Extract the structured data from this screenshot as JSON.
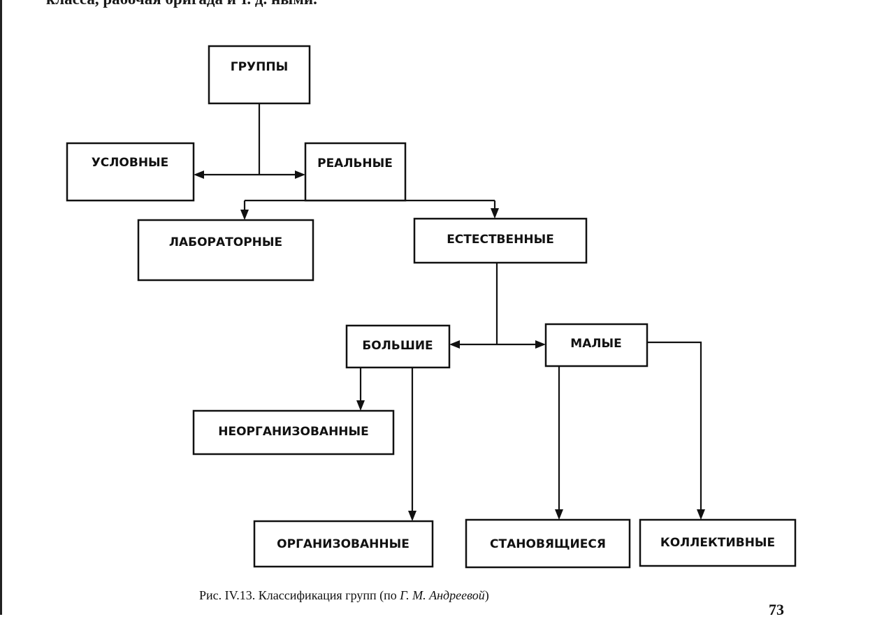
{
  "header_fragment": "класса, рабочая бригада и т. д.        ными.",
  "nodes": {
    "groups": "ГРУППЫ",
    "nominal": "УСЛОВНЫЕ",
    "real": "РЕАЛЬНЫЕ",
    "laboratory": "ЛАБОРАТОРНЫЕ",
    "natural": "ЕСТЕСТВЕННЫЕ",
    "large": "БОЛЬШИЕ",
    "small": "МАЛЫЕ",
    "unorganized": "НЕОРГАНИЗОВАННЫЕ",
    "organized": "ОРГАНИЗОВАННЫЕ",
    "forming": "СТАНОВЯЩИЕСЯ",
    "collective": "КОЛЛЕКТИВНЫЕ"
  },
  "caption": {
    "prefix": "Рис. IV.13. Классификация групп (по ",
    "author": "Г. М. Андреевой",
    "suffix": ")"
  },
  "page_number": "73"
}
